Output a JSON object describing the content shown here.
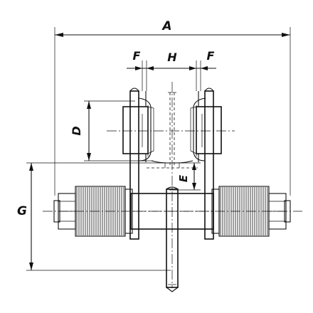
{
  "drawing": {
    "dimension_labels": {
      "A": "A",
      "F_left": "F",
      "H": "H",
      "F_right": "F",
      "D": "D",
      "E": "E",
      "G": "G"
    }
  }
}
